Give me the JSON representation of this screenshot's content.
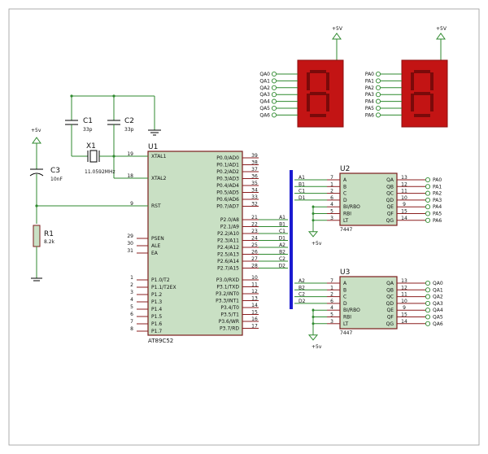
{
  "mcu": {
    "ref": "U1",
    "part": "AT89C52",
    "left_pins": [
      {
        "name": "XTAL1",
        "num": "19"
      },
      {
        "name": "XTAL2",
        "num": "18"
      },
      {
        "name": "RST",
        "num": "9"
      },
      {
        "name": "PSEN",
        "num": "29"
      },
      {
        "name": "ALE",
        "num": "30"
      },
      {
        "name": "EA",
        "num": "31"
      },
      {
        "name": "P1.0/T2",
        "num": "1"
      },
      {
        "name": "P1.1/T2EX",
        "num": "2"
      },
      {
        "name": "P1.2",
        "num": "3"
      },
      {
        "name": "P1.3",
        "num": "4"
      },
      {
        "name": "P1.4",
        "num": "5"
      },
      {
        "name": "P1.5",
        "num": "6"
      },
      {
        "name": "P1.6",
        "num": "7"
      },
      {
        "name": "P1.7",
        "num": "8"
      }
    ],
    "right_pins": [
      {
        "name": "P0.0/AD0",
        "num": "39"
      },
      {
        "name": "P0.1/AD1",
        "num": "38"
      },
      {
        "name": "P0.2/AD2",
        "num": "37"
      },
      {
        "name": "P0.3/AD3",
        "num": "36"
      },
      {
        "name": "P0.4/AD4",
        "num": "35"
      },
      {
        "name": "P0.5/AD5",
        "num": "34"
      },
      {
        "name": "P0.6/AD6",
        "num": "33"
      },
      {
        "name": "P0.7/AD7",
        "num": "32"
      },
      {
        "name": "P2.0/A8",
        "num": "21",
        "net": "A1"
      },
      {
        "name": "P2.1/A9",
        "num": "22",
        "net": "B1"
      },
      {
        "name": "P2.2/A10",
        "num": "23",
        "net": "C1"
      },
      {
        "name": "P2.3/A11",
        "num": "24",
        "net": "D1"
      },
      {
        "name": "P2.4/A12",
        "num": "25",
        "net": "A2"
      },
      {
        "name": "P2.5/A13",
        "num": "26",
        "net": "B2"
      },
      {
        "name": "P2.6/A14",
        "num": "27",
        "net": "C2"
      },
      {
        "name": "P2.7/A15",
        "num": "28",
        "net": "D2"
      },
      {
        "name": "P3.0/RXD",
        "num": "10"
      },
      {
        "name": "P3.1/TXD",
        "num": "11"
      },
      {
        "name": "P3.2/INT0",
        "num": "12"
      },
      {
        "name": "P3.3/INT1",
        "num": "13"
      },
      {
        "name": "P3.4/T0",
        "num": "14"
      },
      {
        "name": "P3.5/T1",
        "num": "15"
      },
      {
        "name": "P3.6/WR",
        "num": "16"
      },
      {
        "name": "P3.7/RD",
        "num": "17"
      }
    ]
  },
  "passives": {
    "c1": {
      "ref": "C1",
      "value": "33p"
    },
    "c2": {
      "ref": "C2",
      "value": "33p"
    },
    "x1": {
      "ref": "X1",
      "value": "11.0592MHz"
    },
    "c3": {
      "ref": "C3",
      "value": "10nF"
    },
    "r1": {
      "ref": "R1",
      "value": "8.2k"
    }
  },
  "power": {
    "vcc_label": "+5v",
    "vcc_label_alt": "+5V"
  },
  "decoders": [
    {
      "ref": "U2",
      "part": "7447",
      "in_nets": [
        "A1",
        "B1",
        "C1",
        "D1"
      ],
      "left_pins": [
        {
          "name": "A",
          "num": "7"
        },
        {
          "name": "B",
          "num": "1"
        },
        {
          "name": "C",
          "num": "2"
        },
        {
          "name": "D",
          "num": "6"
        },
        {
          "name": "BI/RBO",
          "num": "4"
        },
        {
          "name": "RBI",
          "num": "5"
        },
        {
          "name": "LT",
          "num": "3"
        }
      ],
      "right_pins": [
        {
          "name": "QA",
          "num": "13",
          "net": "PA0"
        },
        {
          "name": "QB",
          "num": "12",
          "net": "PA1"
        },
        {
          "name": "QC",
          "num": "11",
          "net": "PA2"
        },
        {
          "name": "QD",
          "num": "10",
          "net": "PA3"
        },
        {
          "name": "QE",
          "num": "9",
          "net": "PA4"
        },
        {
          "name": "QF",
          "num": "15",
          "net": "PA5"
        },
        {
          "name": "QG",
          "num": "14",
          "net": "PA6"
        }
      ]
    },
    {
      "ref": "U3",
      "part": "7447",
      "in_nets": [
        "A2",
        "B2",
        "C2",
        "D2"
      ],
      "left_pins": [
        {
          "name": "A",
          "num": "7"
        },
        {
          "name": "B",
          "num": "1"
        },
        {
          "name": "C",
          "num": "2"
        },
        {
          "name": "D",
          "num": "6"
        },
        {
          "name": "BI/RBO",
          "num": "4"
        },
        {
          "name": "RBI",
          "num": "5"
        },
        {
          "name": "LT",
          "num": "3"
        }
      ],
      "right_pins": [
        {
          "name": "QA",
          "num": "13",
          "net": "QA0"
        },
        {
          "name": "QB",
          "num": "12",
          "net": "QA1"
        },
        {
          "name": "QC",
          "num": "11",
          "net": "QA2"
        },
        {
          "name": "QD",
          "num": "10",
          "net": "QA3"
        },
        {
          "name": "QE",
          "num": "9",
          "net": "QA4"
        },
        {
          "name": "QF",
          "num": "15",
          "net": "QA5"
        },
        {
          "name": "QG",
          "num": "14",
          "net": "QA6"
        }
      ]
    }
  ],
  "displays": [
    {
      "nets": [
        "QA0",
        "QA1",
        "QA2",
        "QA3",
        "QA4",
        "QA5",
        "QA6"
      ],
      "digit": "8"
    },
    {
      "nets": [
        "PA0",
        "PA1",
        "PA2",
        "PA3",
        "PA4",
        "PA5",
        "PA6"
      ],
      "digit": "8"
    }
  ]
}
